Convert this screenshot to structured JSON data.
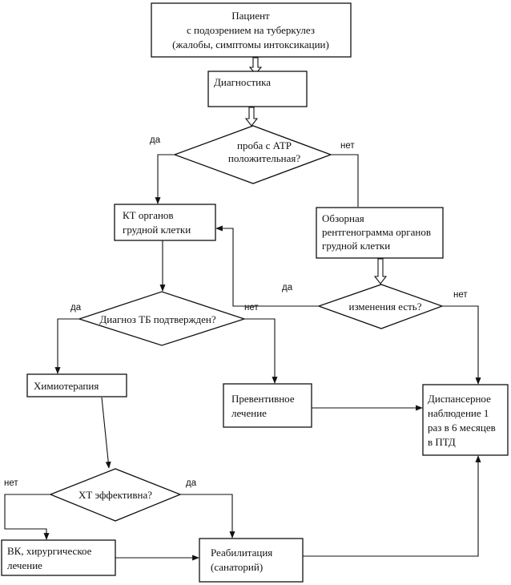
{
  "nodes": {
    "patient": {
      "lines": [
        "Пациент",
        "с подозрением на туберкулез",
        "(жалобы, симптомы интоксикации)"
      ]
    },
    "diagnostics": {
      "lines": [
        "Диагностика"
      ]
    },
    "atr_test": {
      "lines": [
        "проба с АТР",
        "положительная?"
      ]
    },
    "ct": {
      "lines": [
        "КТ органов",
        "грудной клетки"
      ]
    },
    "xray": {
      "lines": [
        "Обзорная",
        "рентгенограмма органов",
        "грудной клетки"
      ]
    },
    "changes": {
      "lines": [
        "изменения есть?"
      ]
    },
    "tb_confirmed": {
      "lines": [
        "Диагноз ТБ подтвержден?"
      ]
    },
    "chemo": {
      "lines": [
        "Химиотерапия"
      ]
    },
    "preventive": {
      "lines": [
        "Превентивное",
        "лечение"
      ]
    },
    "dispensary": {
      "lines": [
        "Диспансерное",
        "наблюдение 1",
        "раз в 6 месяцев",
        "в ПТД"
      ]
    },
    "ht_effective": {
      "lines": [
        "ХТ эффективна?"
      ]
    },
    "surgical": {
      "lines": [
        "ВК, хирургическое",
        "лечение"
      ]
    },
    "rehab": {
      "lines": [
        "Реабилитация",
        "(санаторий)"
      ]
    }
  },
  "edge_labels": {
    "atr_yes": "да",
    "atr_no": "нет",
    "changes_yes": "да",
    "changes_no": "нет",
    "tb_yes": "да",
    "tb_no": "нет",
    "ht_no": "нет",
    "ht_yes": "да"
  }
}
